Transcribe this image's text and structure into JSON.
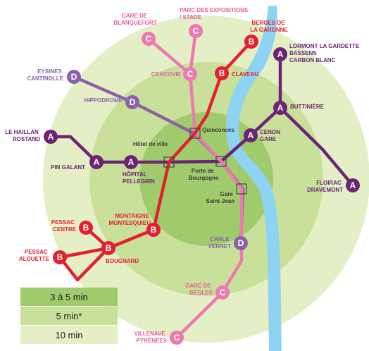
{
  "colors": {
    "ring_outer": "#e4efc6",
    "ring_middle": "#c9e09a",
    "ring_inner": "#9fcb6c",
    "river": "#8fd3f3",
    "line_a": "#6b2573",
    "line_b": "#e4202e",
    "line_c": "#ec7ab1",
    "line_d": "#8b61a7"
  },
  "lines": {
    "a": "A",
    "b": "B",
    "c": "C",
    "d": "D"
  },
  "stations": {
    "le_haillan": [
      "LE HAILLAN",
      "ROSTAND"
    ],
    "pin_galant": [
      "PIN GALANT"
    ],
    "hopital": [
      "HÔPITAL",
      "PELLEGRIN"
    ],
    "hotel_de_ville": [
      "Hôtel de ville"
    ],
    "porte_bourgogne": [
      "Porte de",
      "Bourgogne"
    ],
    "quinconces": [
      "Quinconces"
    ],
    "gare_st_jean": [
      "Gare",
      "Saint-Jean"
    ],
    "cenon": [
      "CENON",
      "GARE"
    ],
    "buttiniere": [
      "BUTTINIÈRE"
    ],
    "lormont": [
      "LORMONT LA GARDETTE",
      "BASSENS",
      "CARBON BLANC"
    ],
    "floirac": [
      "FLOIRAC",
      "DRAVEMONT"
    ],
    "berges": [
      "BERGES DE",
      "LA GARONNE"
    ],
    "claveau": [
      "CLAVEAU"
    ],
    "montaigne": [
      "MONTAIGNE",
      "MONTESQUIEU"
    ],
    "bougnard": [
      "BOUGNARD"
    ],
    "pessac_centre": [
      "PESSAC",
      "CENTRE"
    ],
    "pessac_alouette": [
      "PESSAC",
      "ALOUETTE"
    ],
    "gare_blanquefort": [
      "GARE DE",
      "BLANQUEFORT"
    ],
    "parc_expo": [
      "PARC DES EXPOSITIONS",
      "/ STADE"
    ],
    "cracovie": [
      "CRACOVIE"
    ],
    "gare_begles": [
      "GARE DE",
      "BÈGLES"
    ],
    "villenave": [
      "VILLENAVE",
      "PYRÉNÉES"
    ],
    "eysines": [
      "EYSINES",
      "CANTINOLLE"
    ],
    "hippodrome": [
      "HIPPODROME"
    ],
    "carle_vernet": [
      "CARLE",
      "VERNET"
    ]
  },
  "legend": {
    "zone_inner": "3 à 5 min",
    "zone_middle": "5 min*",
    "zone_outer": "10 min"
  }
}
